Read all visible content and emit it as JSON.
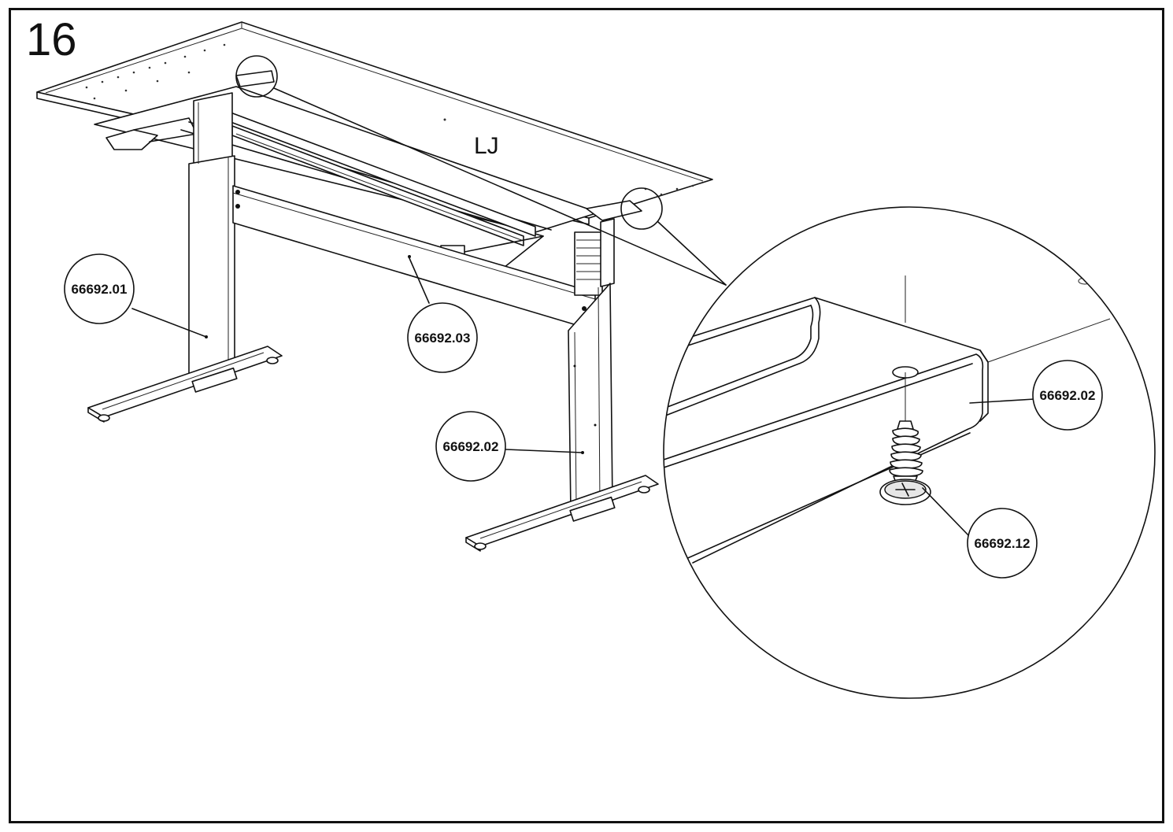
{
  "step": {
    "number": "16"
  },
  "orientation_mark": "LJ",
  "callouts": {
    "left_leg": "66692.01",
    "crossbar": "66692.03",
    "right_leg": "66692.02",
    "detail_bracket": "66692.02",
    "detail_screw": "66692.12"
  }
}
